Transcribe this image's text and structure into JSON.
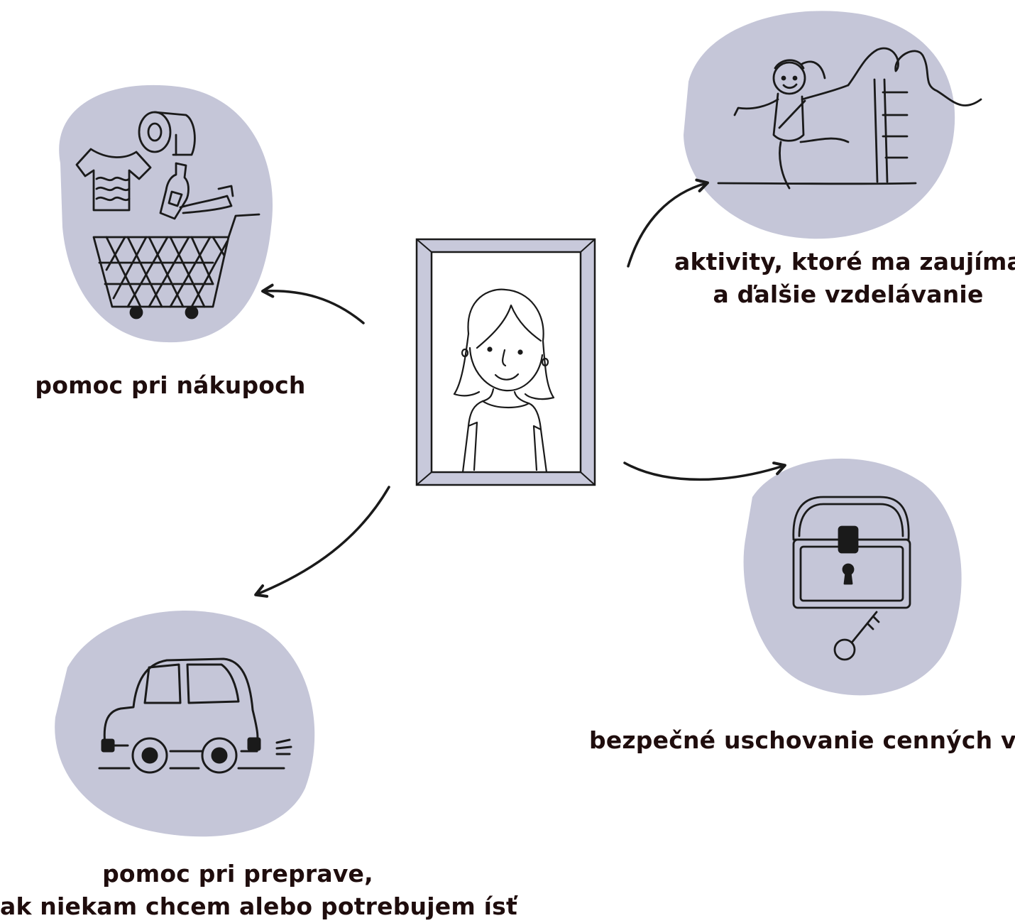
{
  "colors": {
    "blob": "#c5c6d8",
    "ink": "#1a1a1a",
    "frame": "#c8c9db",
    "text": "#1f0d0d"
  },
  "center": {
    "name": "portrait-frame",
    "icon": "woman-portrait-icon"
  },
  "nodes": {
    "shopping": {
      "icon": "shopping-cart-icon",
      "lines": [
        "pomoc pri nákupoch"
      ]
    },
    "activities": {
      "icon": "gymnast-ribbon-icon",
      "lines": [
        "aktivity, ktoré ma zaujímajú",
        "a ďalšie vzdelávanie"
      ]
    },
    "transport": {
      "icon": "car-icon",
      "lines": [
        "pomoc pri preprave,",
        "ak niekam chcem alebo potrebujem ísť"
      ]
    },
    "storage": {
      "icon": "treasure-chest-icon",
      "lines": [
        "bezpečné uschovanie cenných vecí"
      ]
    }
  }
}
